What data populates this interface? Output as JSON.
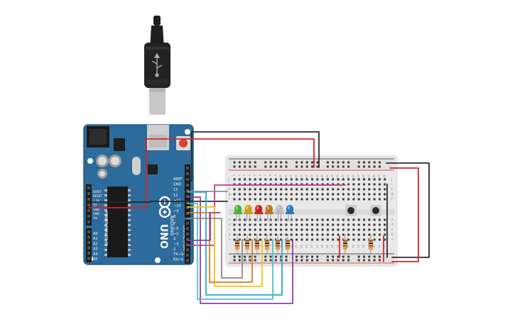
{
  "circuit": {
    "arduino": {
      "logo_text": "ARDUINO",
      "model_text": "UNO",
      "reset_label": "RESET",
      "digital_header_title": "DIGITAL (PWM~)",
      "analog_header_title": "ANALOG IN",
      "power_header_title": "POWER",
      "power_pins": [
        "IOREF",
        "RESET",
        "3.3V",
        "5V",
        "GND",
        "GND",
        "Vin"
      ],
      "analog_pins": [
        "A0",
        "A1",
        "A2",
        "A3",
        "A4",
        "A5"
      ],
      "digital_pins_top": [
        "AREF",
        "GND",
        "13",
        "12",
        "~11",
        "~10",
        "~9",
        "8"
      ],
      "digital_pins_bottom": [
        "7",
        "~6",
        "~5",
        "4",
        "~3",
        "2",
        "TX→1",
        "RX←0"
      ]
    },
    "breadboard": {
      "row_letters_top": [
        "j",
        "i",
        "h",
        "g",
        "f"
      ],
      "row_letters_bottom": [
        "e",
        "d",
        "c",
        "b",
        "a"
      ],
      "column_numbers": [
        "1",
        "2",
        "3",
        "4",
        "5",
        "6",
        "7",
        "8",
        "9",
        "10",
        "11",
        "12",
        "13",
        "14",
        "15",
        "16",
        "17",
        "18",
        "19",
        "20",
        "21",
        "22",
        "23",
        "24",
        "25",
        "26",
        "27",
        "28",
        "29",
        "30"
      ]
    },
    "leds": [
      {
        "color": "#4caf33"
      },
      {
        "color": "#c9a10e"
      },
      {
        "color": "#c0271e"
      },
      {
        "color": "#c0731e"
      },
      {
        "color": "#b9b9b9"
      },
      {
        "color": "#2979b8"
      }
    ],
    "wire_colors": {
      "gnd": "#2b2b2b",
      "power": "#d8242a",
      "purple": "#8e3ea8",
      "magenta": "#c2388a",
      "cyan": "#2ba8c4",
      "yellow": "#f2c418",
      "orange": "#e2761e",
      "gray": "#8a8a8a",
      "teal": "#4dbfd0"
    }
  }
}
